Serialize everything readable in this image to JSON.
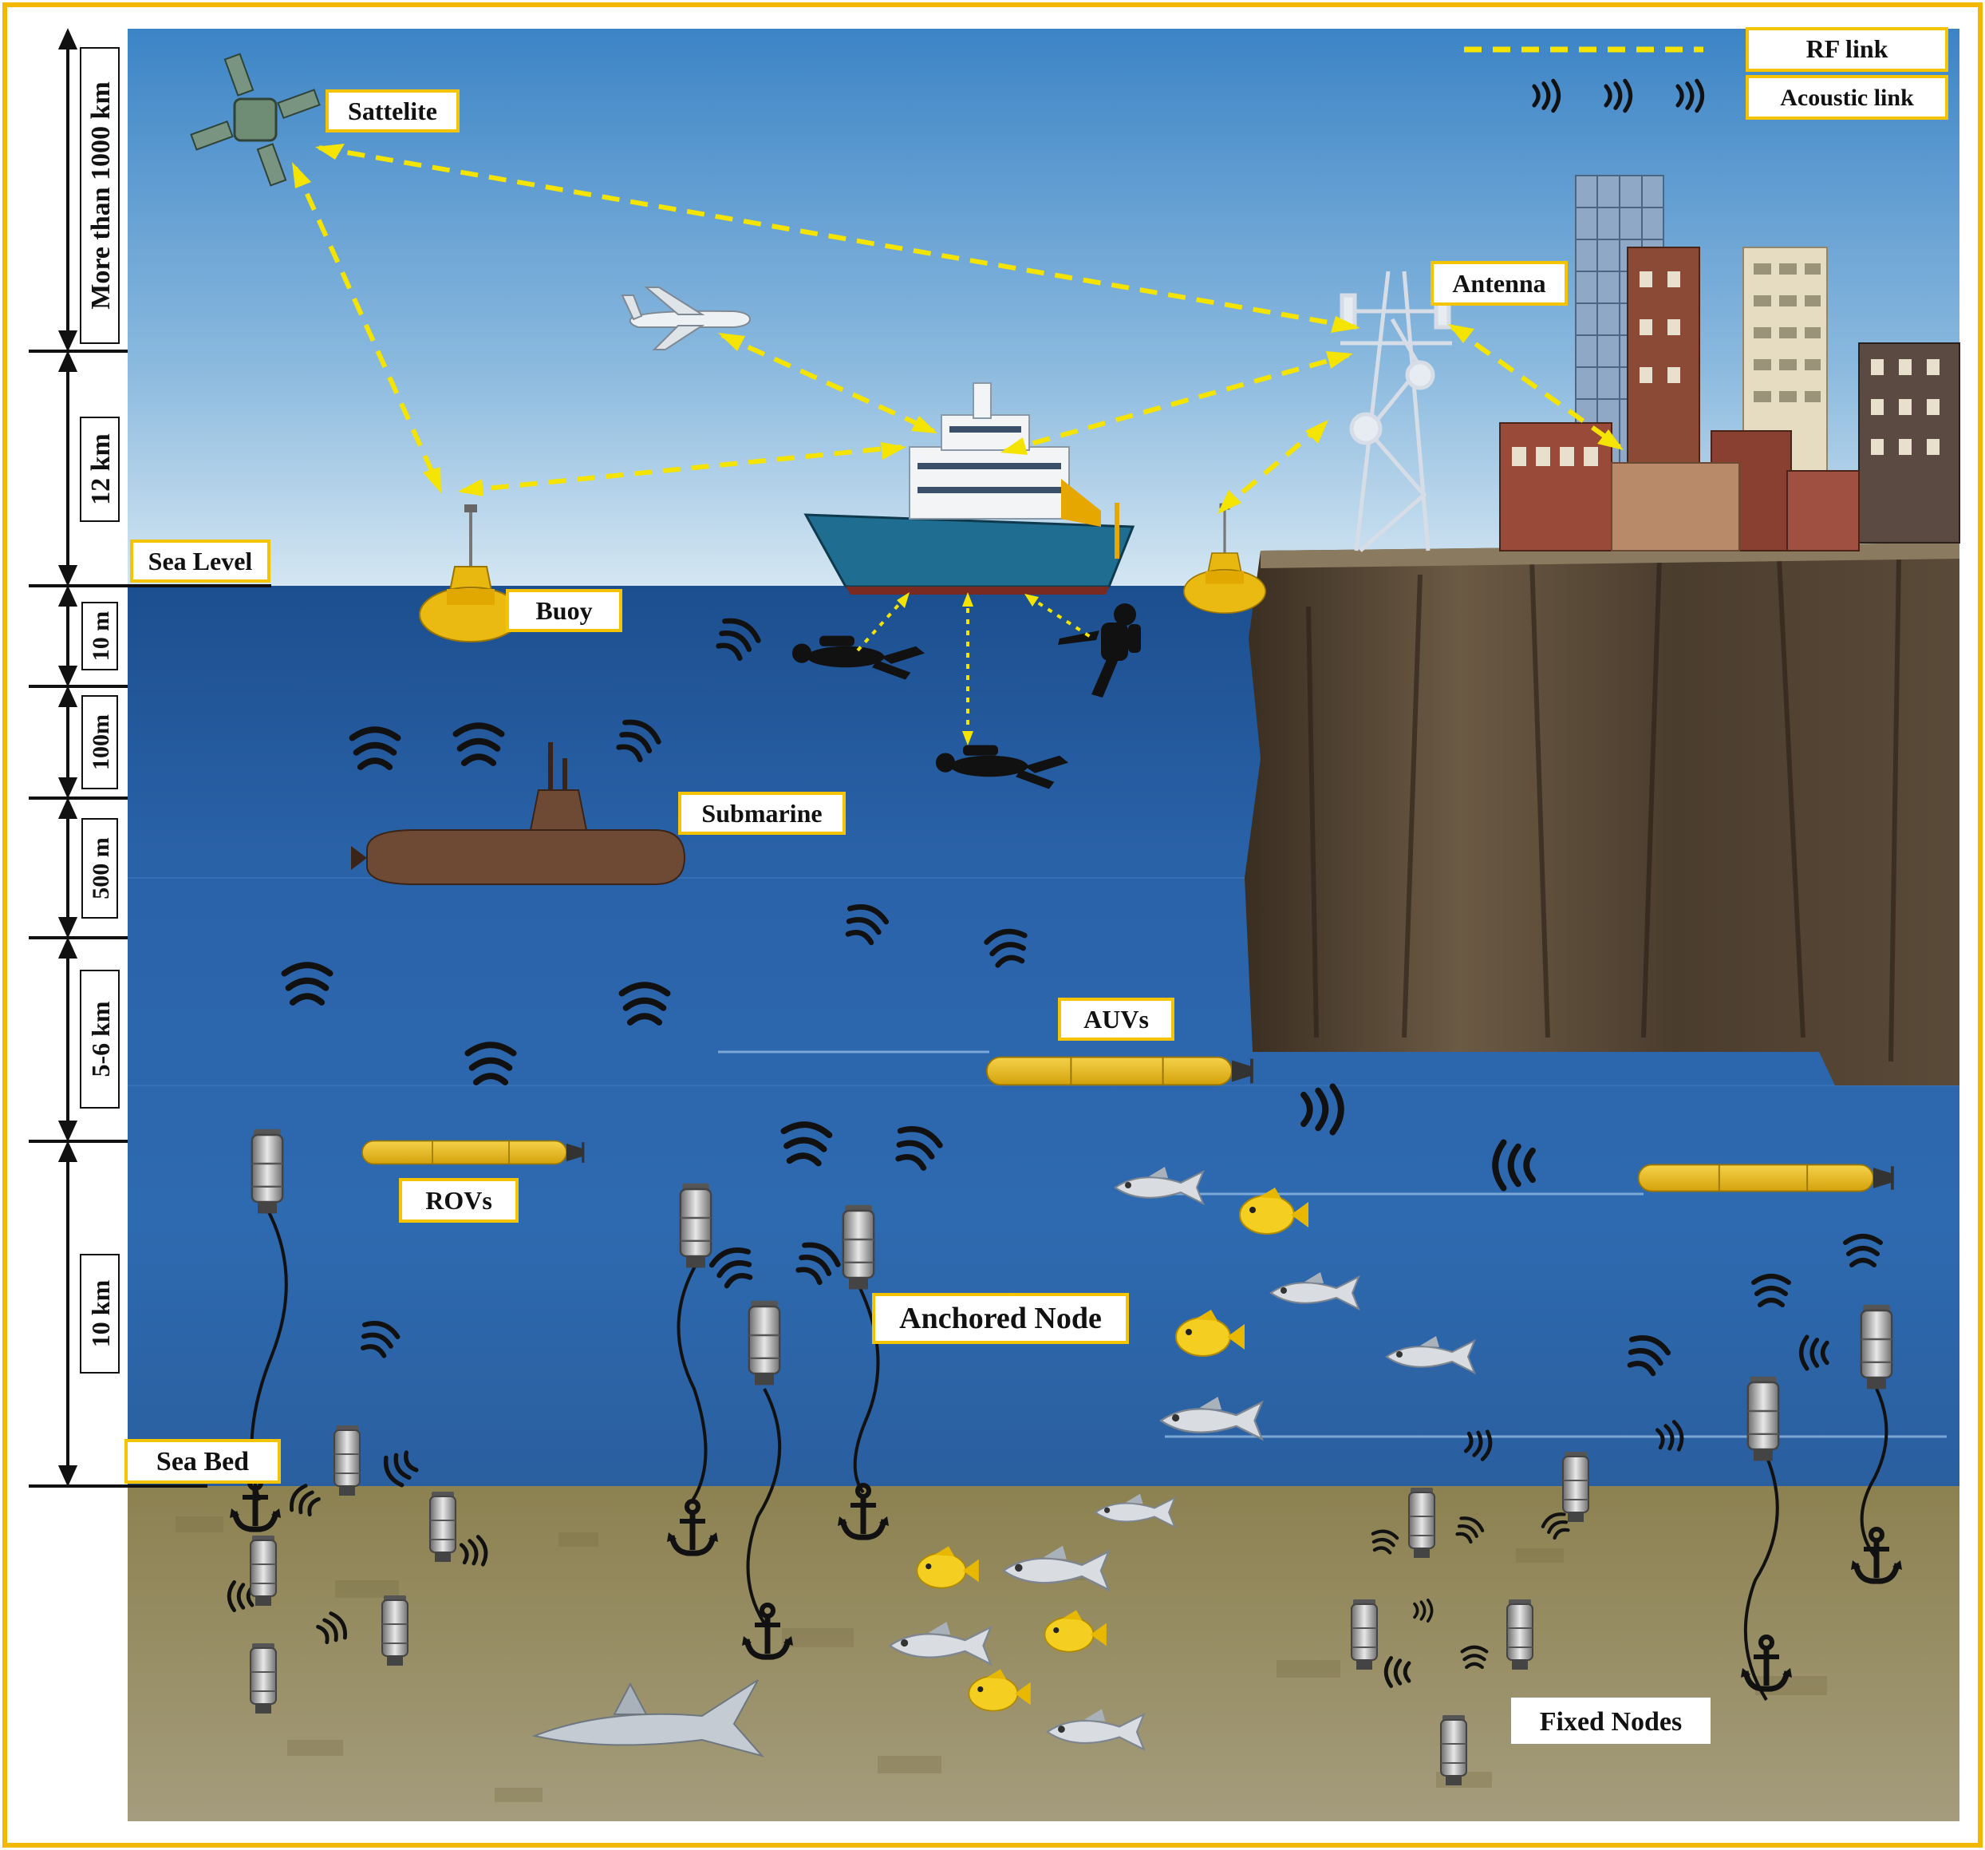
{
  "legend": {
    "rf_link": "RF link",
    "acoustic_link": "Acoustic link"
  },
  "depth_scale": [
    {
      "label": "More than 1000 km"
    },
    {
      "label": "12 km"
    },
    {
      "label": "10 m"
    },
    {
      "label": "100m"
    },
    {
      "label": "500 m"
    },
    {
      "label": "5-6 km"
    },
    {
      "label": "10 km"
    }
  ],
  "levels": {
    "sea_level": "Sea Level",
    "sea_bed": "Sea Bed"
  },
  "labels": {
    "satellite": "Sattelite",
    "antenna": "Antenna",
    "buoy": "Buoy",
    "submarine": "Submarine",
    "auvs": "AUVs",
    "rovs": "ROVs",
    "anchored_node": "Anchored Node",
    "fixed_nodes": "Fixed Nodes"
  },
  "colors": {
    "border": "#f5b800",
    "rf_link": "#f4e400",
    "sky_top": "#3f86c8",
    "sea": "#1f5aa0",
    "seabed": "#8f8552",
    "label_border": "#f5c400"
  }
}
